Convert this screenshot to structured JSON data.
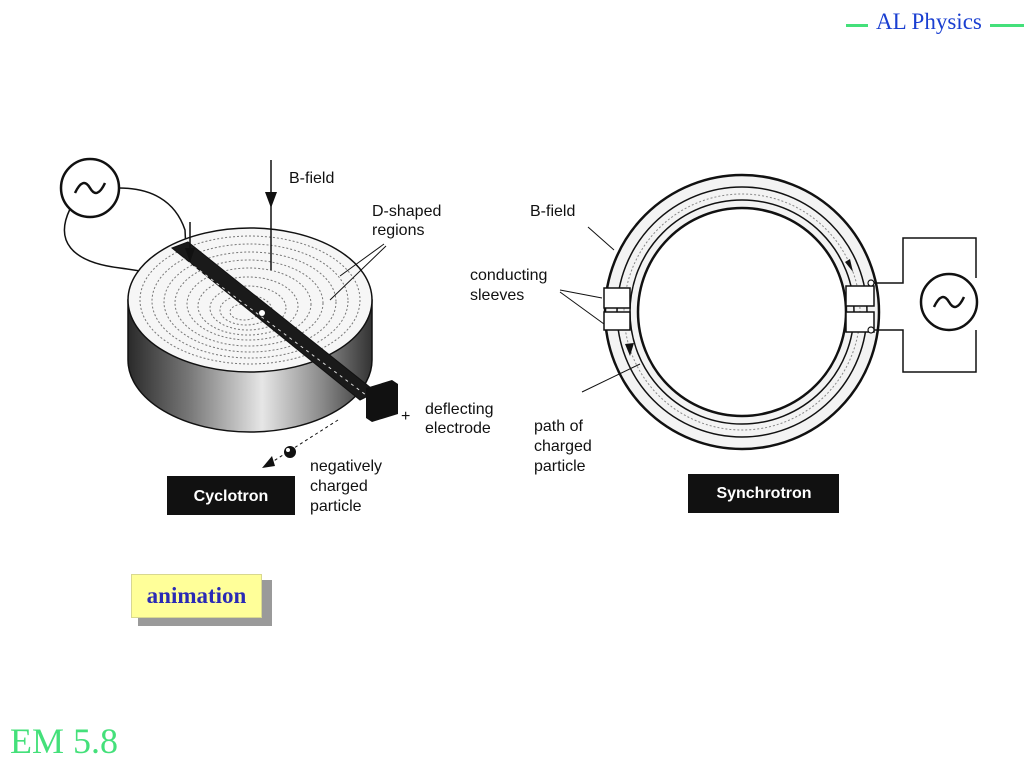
{
  "header": {
    "title": "AL Physics"
  },
  "cyclotron": {
    "labels": {
      "b_field": "B-field",
      "d_shaped_1": "D-shaped",
      "d_shaped_2": "regions",
      "plus": "+",
      "deflecting_1": "deflecting",
      "deflecting_2": "electrode",
      "negative_1": "negatively",
      "negative_2": "charged",
      "negative_3": "particle"
    },
    "caption": "Cyclotron"
  },
  "synchrotron": {
    "labels": {
      "b_field": "B-field",
      "conducting_1": "conducting",
      "conducting_2": "sleeves",
      "path_1": "path of",
      "path_2": "charged",
      "path_3": "particle"
    },
    "caption": "Synchrotron"
  },
  "animation_button": {
    "label": "animation"
  },
  "footer": {
    "code": "EM 5.8"
  }
}
